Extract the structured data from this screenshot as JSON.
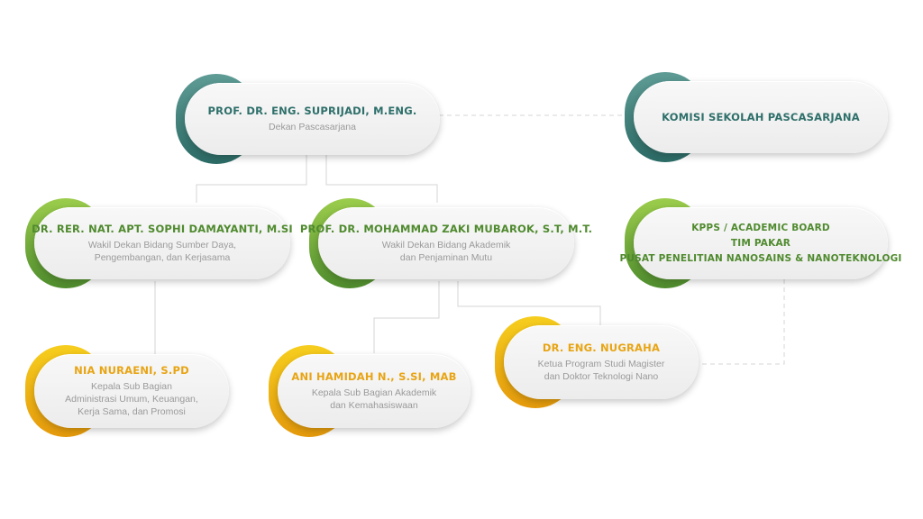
{
  "nodes": {
    "dean": {
      "name": "PROF. DR. ENG. SUPRIJADI, M.ENG.",
      "role": "Dekan Pascasarjana",
      "accent": "#2f6f6a"
    },
    "komisi": {
      "name": "KOMISI SEKOLAH PASCASARJANA",
      "accent": "#2f6f6a"
    },
    "wakil1": {
      "name": "DR. RER. NAT. APT. SOPHI DAMAYANTI, M.SI",
      "role": "Wakil Dekan Bidang Sumber Daya,\nPengembangan, dan Kerjasama",
      "accent": "#5a9a32"
    },
    "wakil2": {
      "name": "PROF. DR. MOHAMMAD ZAKI MUBAROK, S.T, M.T.",
      "role": "Wakil Dekan Bidang Akademik\ndan Penjaminan Mutu",
      "accent": "#5a9a32"
    },
    "kpps": {
      "lines": [
        "KPPS / ACADEMIC BOARD",
        "TIM PAKAR",
        "PUSAT PENELITIAN NANOSAINS & NANOTEKNOLOGI"
      ],
      "accent": "#5a9a32"
    },
    "nia": {
      "name": "NIA NURAENI, S.PD",
      "role": "Kepala Sub Bagian\nAdministrasi Umum, Keuangan,\nKerja Sama, dan Promosi",
      "accent": "#eba50f"
    },
    "ani": {
      "name": "ANI HAMIDAH N., S.SI, MAB",
      "role": "Kepala Sub Bagian Akademik\ndan Kemahasiswaan",
      "accent": "#eba50f"
    },
    "nugraha": {
      "name": "DR. ENG. NUGRAHA",
      "role": "Ketua Program Studi Magister\ndan Doktor Teknologi Nano",
      "accent": "#eba50f"
    }
  },
  "colors": {
    "connector": "#d4d4d4",
    "teal": "#2e6f6a",
    "green": "#4f8a2e",
    "gold": "#e8a413",
    "role_text": "#9a9a9a"
  }
}
